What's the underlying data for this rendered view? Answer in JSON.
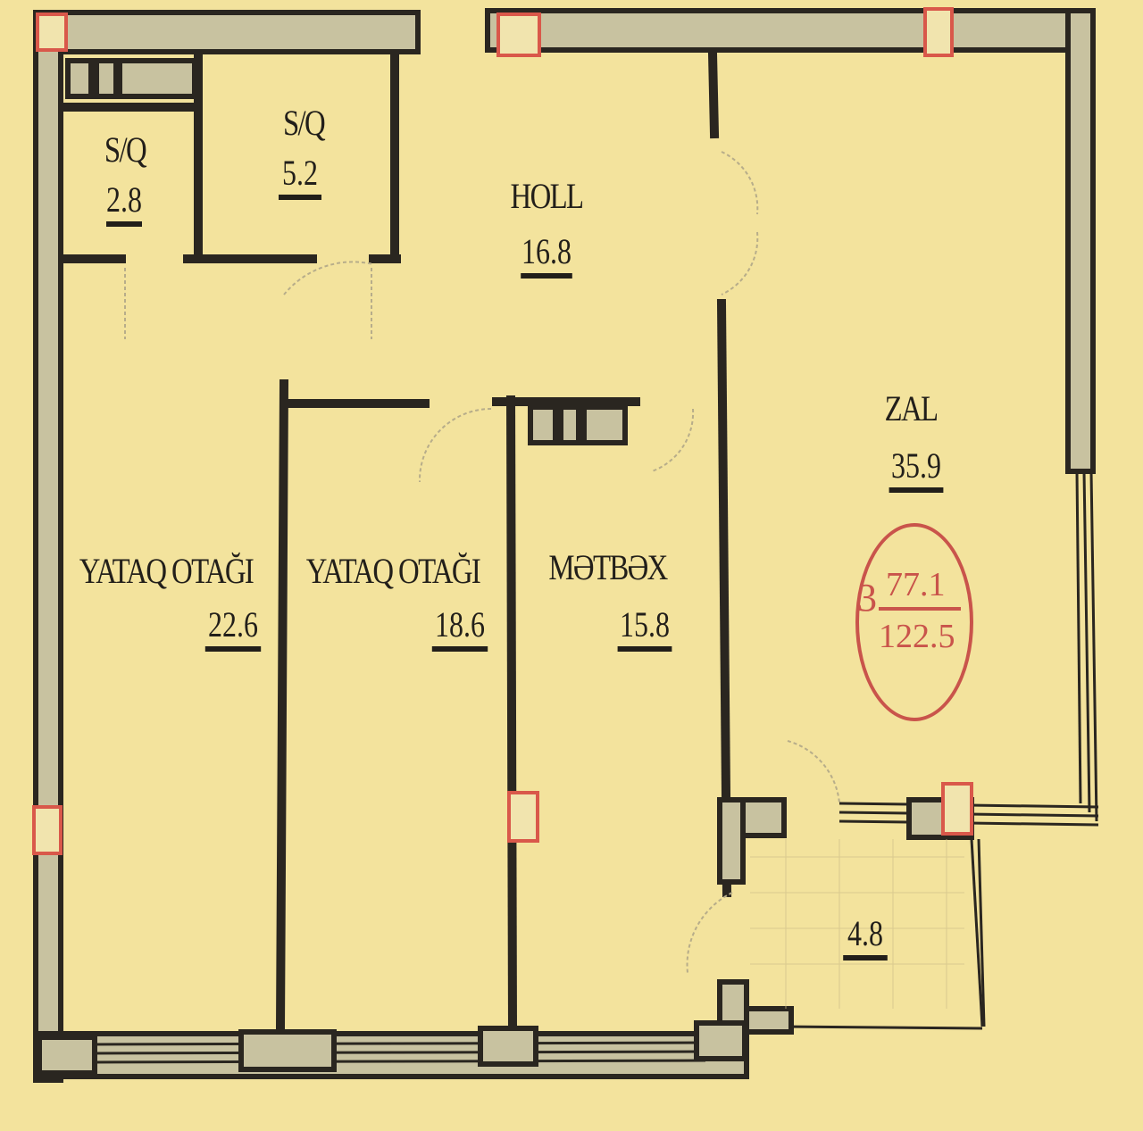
{
  "rooms": {
    "sq1": {
      "label": "S/Q",
      "area": "2.8"
    },
    "sq2": {
      "label": "S/Q",
      "area": "5.2"
    },
    "holl": {
      "label": "HOLL",
      "area": "16.8"
    },
    "zal": {
      "label": "ZAL",
      "area": "35.9"
    },
    "bed1": {
      "label": "YATAQ OTAĞI",
      "area": "22.6"
    },
    "bed2": {
      "label": "YATAQ OTAĞI",
      "area": "18.6"
    },
    "kitchen": {
      "label": "MƏTBƏX",
      "area": "15.8"
    },
    "balcony": {
      "label": "",
      "area": "4.8"
    }
  },
  "stamp": {
    "rooms_count": "3",
    "living_area": "77.1",
    "total_area": "122.5"
  },
  "colors": {
    "paper": "#f3e39d",
    "wall": "#2a2620",
    "stamp": "#c9544b"
  }
}
